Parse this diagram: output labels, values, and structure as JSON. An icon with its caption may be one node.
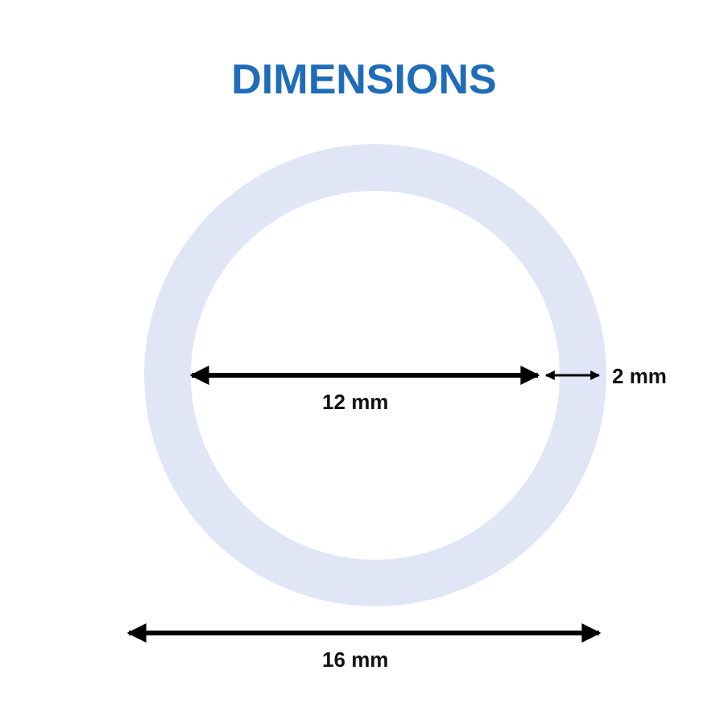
{
  "diagram": {
    "title": "DIMENSIONS",
    "labels": [
      "12 mm",
      "2 mm",
      "16 mm"
    ]
  }
}
